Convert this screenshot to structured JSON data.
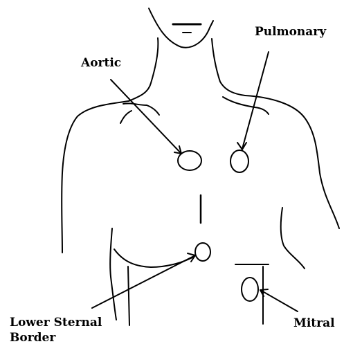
{
  "labels": {
    "aortic": "Aortic",
    "pulmonary": "Pulmonary",
    "lower_sternal_line1": "Lower Sternal",
    "lower_sternal_line2": "Border",
    "mitral": "Mitral"
  },
  "colors": {
    "ink": "#000000",
    "background": "#ffffff"
  }
}
